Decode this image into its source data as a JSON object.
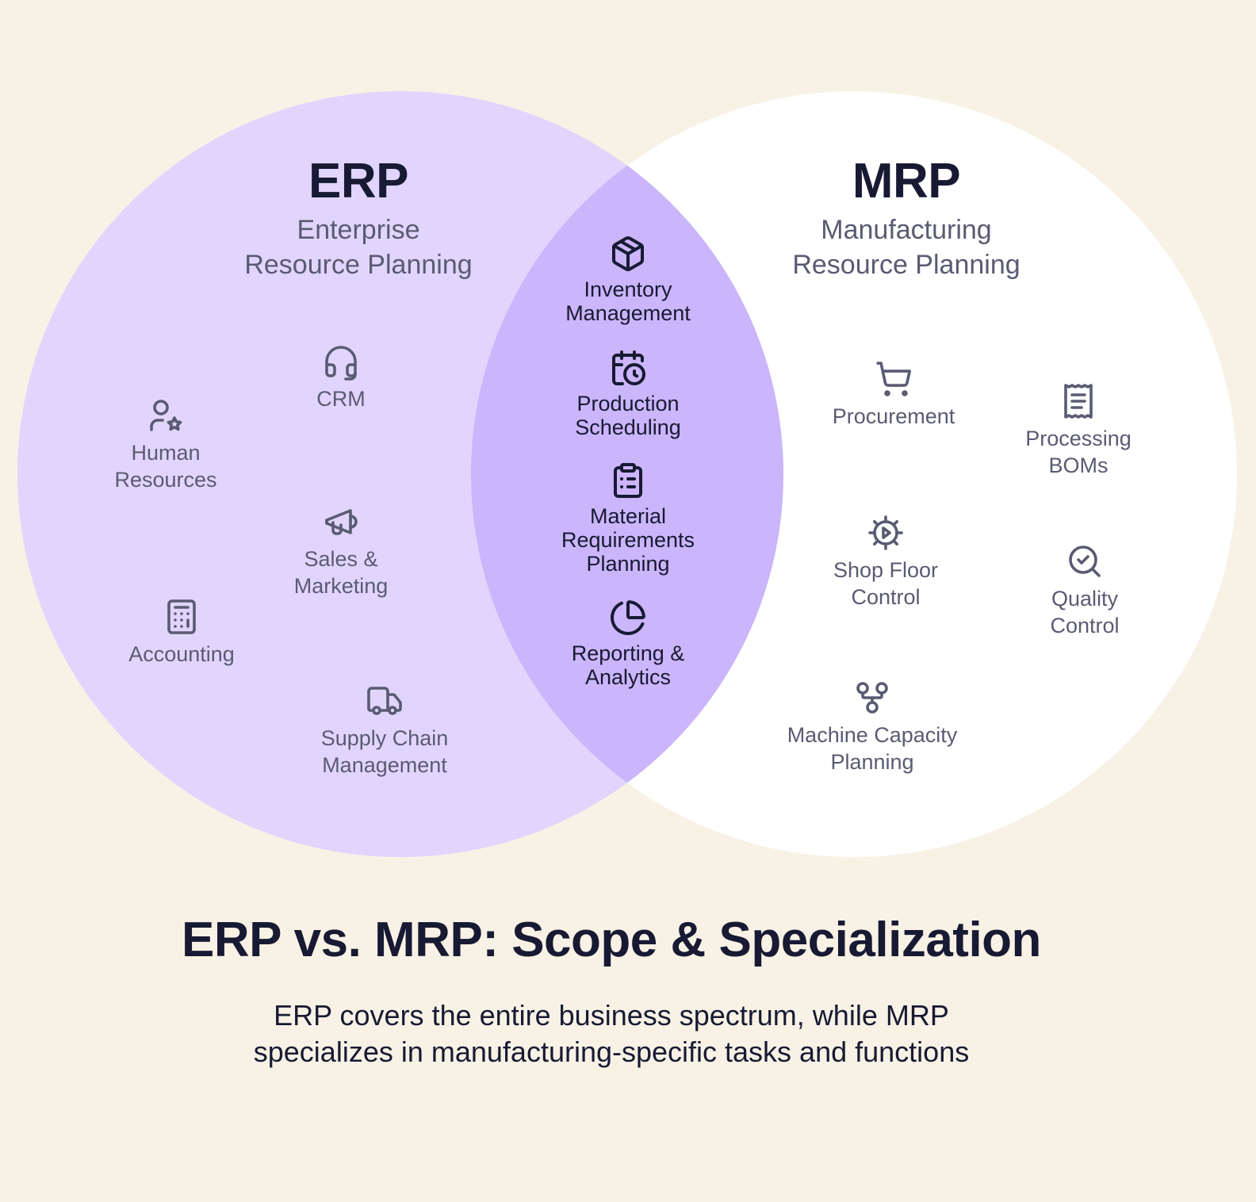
{
  "colors": {
    "background": "#f7f2e5",
    "erp_circle": "#e1d5fd",
    "mrp_circle": "#ffffff",
    "overlap": "#cbb5fb",
    "title_text": "#181a33",
    "label_text": "#5a5b72"
  },
  "erp": {
    "title": "ERP",
    "subtitle_line1": "Enterprise",
    "subtitle_line2": "Resource Planning",
    "items": [
      {
        "icon": "headset-icon",
        "label": "CRM"
      },
      {
        "icon": "user-star-icon",
        "label": "Human\nResources"
      },
      {
        "icon": "megaphone-icon",
        "label": "Sales &\nMarketing"
      },
      {
        "icon": "calculator-icon",
        "label": "Accounting"
      },
      {
        "icon": "truck-icon",
        "label": "Supply Chain\nManagement"
      }
    ]
  },
  "mrp": {
    "title": "MRP",
    "subtitle_line1": "Manufacturing",
    "subtitle_line2": "Resource Planning",
    "items": [
      {
        "icon": "shopping-cart-icon",
        "label": "Procurement"
      },
      {
        "icon": "receipt-icon",
        "label": "Processing\nBOMs"
      },
      {
        "icon": "gear-play-icon",
        "label": "Shop Floor\nControl"
      },
      {
        "icon": "search-check-icon",
        "label": "Quality\nControl"
      },
      {
        "icon": "git-fork-icon",
        "label": "Machine Capacity\nPlanning"
      }
    ]
  },
  "overlap": {
    "items": [
      {
        "icon": "package-icon",
        "label": "Inventory\nManagement"
      },
      {
        "icon": "calendar-clock-icon",
        "label": "Production\nScheduling"
      },
      {
        "icon": "clipboard-list-icon",
        "label": "Material\nRequirements\nPlanning"
      },
      {
        "icon": "pie-chart-icon",
        "label": "Reporting &\nAnalytics"
      }
    ]
  },
  "footer": {
    "heading": "ERP vs. MRP: Scope & Specialization",
    "caption_line1": "ERP covers the entire business spectrum, while MRP",
    "caption_line2": "specializes in manufacturing-specific tasks and functions"
  }
}
